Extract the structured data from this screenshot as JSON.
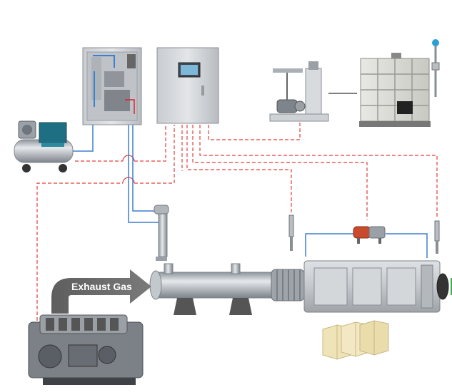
{
  "diagram": {
    "flow_label": "Exhaust Gas",
    "colors": {
      "signal_line": "#e0403a",
      "air_line": "#3b7fd0",
      "arrow_fill": "#6f6f6f",
      "cabinet": "#d9dcdf",
      "steel": "#b9bec3",
      "catalyst": "#efe3b8"
    },
    "components": [
      {
        "id": "air-compressor",
        "icon": "air-compressor-icon"
      },
      {
        "id": "metering-cabinet",
        "icon": "metering-cabinet-icon"
      },
      {
        "id": "control-cabinet",
        "icon": "control-cabinet-icon"
      },
      {
        "id": "urea-pump-unit",
        "icon": "pump-unit-icon"
      },
      {
        "id": "urea-tank",
        "icon": "ibc-tank-icon"
      },
      {
        "id": "level-sensor",
        "icon": "level-sensor-icon"
      },
      {
        "id": "urea-injector",
        "icon": "injector-lance-icon"
      },
      {
        "id": "mixing-pipe",
        "icon": "mixing-pipe-icon"
      },
      {
        "id": "scr-reactor",
        "icon": "scr-reactor-icon"
      },
      {
        "id": "temperature-sensor-inlet",
        "icon": "temperature-probe-icon"
      },
      {
        "id": "temperature-sensor-outlet",
        "icon": "temperature-probe-icon"
      },
      {
        "id": "differential-pressure-sensor",
        "icon": "pressure-sensor-icon"
      },
      {
        "id": "catalyst-blocks",
        "icon": "catalyst-block-icon"
      },
      {
        "id": "diesel-engine",
        "icon": "engine-icon"
      }
    ]
  }
}
